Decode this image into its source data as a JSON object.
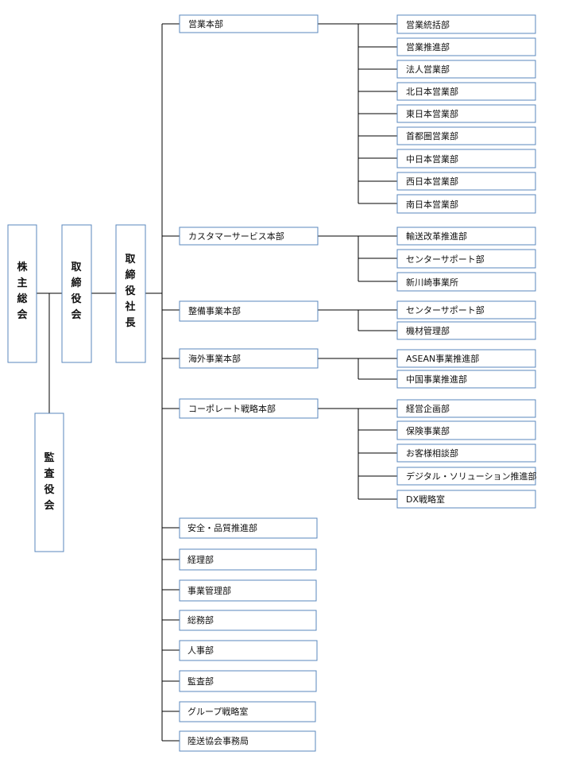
{
  "left_column": {
    "shareholders_meeting": "株主総会",
    "board_of_directors": "取締役会",
    "president": "取締役社長",
    "audit_board": "監査役会"
  },
  "divisions": [
    {
      "name": "営業本部",
      "departments": [
        "営業統括部",
        "営業推進部",
        "法人営業部",
        "北日本営業部",
        "東日本営業部",
        "首都圏営業部",
        "中日本営業部",
        "西日本営業部",
        "南日本営業部"
      ]
    },
    {
      "name": "カスタマーサービス本部",
      "departments": [
        "輸送改革推進部",
        "センターサポート部",
        "新川崎事業所"
      ]
    },
    {
      "name": "整備事業本部",
      "departments": [
        "センターサポート部",
        "機材管理部"
      ]
    },
    {
      "name": "海外事業本部",
      "departments": [
        "ASEAN事業推進部",
        "中国事業推進部"
      ]
    },
    {
      "name": "コーポレート戦略本部",
      "departments": [
        "経営企画部",
        "保険事業部",
        "お客様相談部",
        "デジタル・ソリューション推進部",
        "DX戦略室"
      ]
    }
  ],
  "standalone_departments": [
    "安全・品質推進部",
    "経理部",
    "事業管理部",
    "総務部",
    "人事部",
    "監査部",
    "グループ戦略室",
    "陸送協会事務局"
  ]
}
